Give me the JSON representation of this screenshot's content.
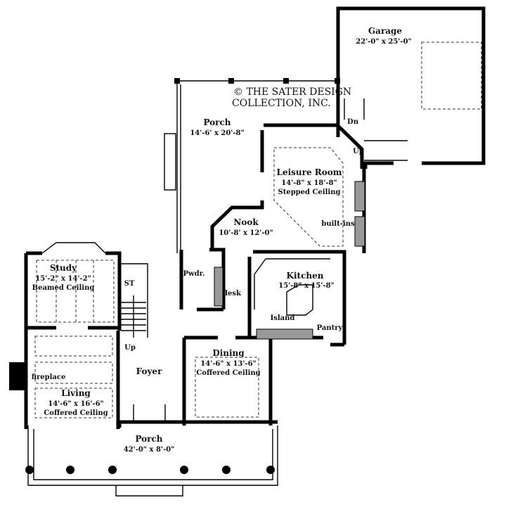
{
  "copyright": {
    "line1": "© THE SATER DESIGN",
    "line2": "COLLECTION, INC."
  },
  "rooms": {
    "garage": {
      "name": "Garage",
      "dims": "22'-0\" x 25'-0\""
    },
    "rear_porch": {
      "name": "Porch",
      "dims": "14'-6' x 20'-8\""
    },
    "leisure": {
      "name": "Leisure Room",
      "dims": "14'-8\" x 18'-8\"",
      "ceiling": "Stepped Ceiling"
    },
    "nook": {
      "name": "Nook",
      "dims": "10'-8' x 12'-0\""
    },
    "study": {
      "name": "Study",
      "dims": "15'-2\" x 14'-2\"",
      "ceiling": "Beamed Ceiling"
    },
    "kitchen": {
      "name": "Kitchen",
      "dims": "15'-8\" x 15'-8\""
    },
    "dining": {
      "name": "Dining",
      "dims": "14'-6\" x 13'-6\"",
      "ceiling": "Coffered Ceiling"
    },
    "foyer": {
      "name": "Foyer"
    },
    "living": {
      "name": "Living",
      "dims": "14'-6\" x 16'-6\"",
      "ceiling": "Coffered Ceiling"
    },
    "front_porch": {
      "name": "Porch",
      "dims": "42'-0\" x 8'-0\""
    }
  },
  "labels": {
    "built_ins": "built-ins",
    "dn": "Dn",
    "up_garage": "Up",
    "up_stair": "Up",
    "st": "ST",
    "pwdr": "Pwdr.",
    "desk": "desk",
    "island": "Island",
    "pantry": "Pantry",
    "fireplace": "fireplace"
  }
}
